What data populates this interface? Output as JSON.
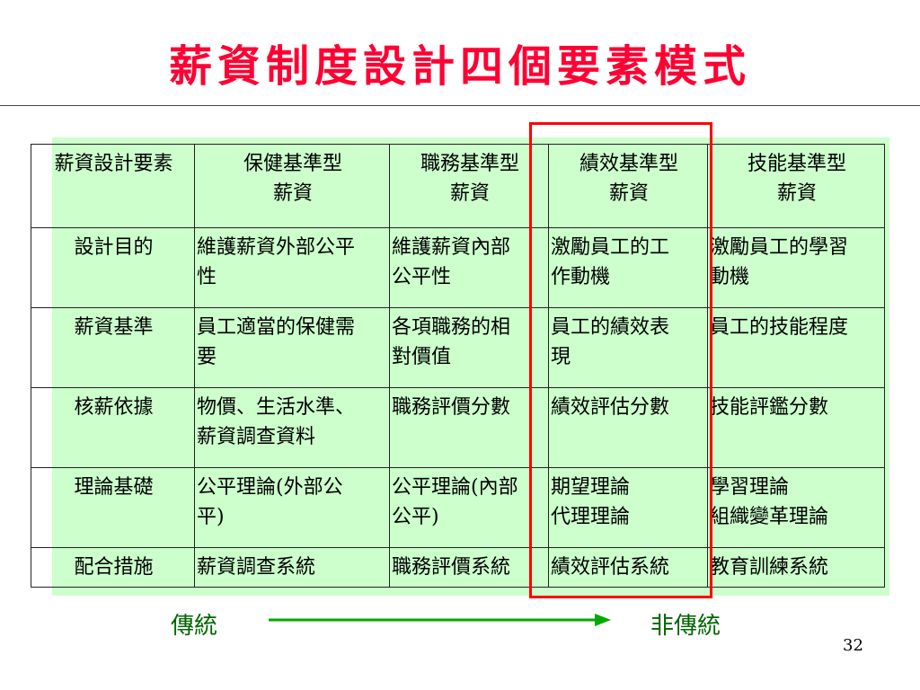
{
  "slide": {
    "title": "薪資制度設計四個要素模式",
    "page_number": "32"
  },
  "table": {
    "header": [
      {
        "lines": [
          "薪資設計要素"
        ]
      },
      {
        "lines": [
          "保健基準型",
          "薪資"
        ]
      },
      {
        "lines": [
          "職務基準型",
          "薪資"
        ]
      },
      {
        "lines": [
          "績效基準型",
          "薪資"
        ]
      },
      {
        "lines": [
          "技能基準型",
          "薪資"
        ]
      }
    ],
    "rows": [
      {
        "label": "設計目的",
        "cells": [
          [
            "維護薪資外部公平",
            "性"
          ],
          [
            "維護薪資內部",
            "公平性"
          ],
          [
            "激勵員工的工",
            "作動機"
          ],
          [
            "激勵員工的學習",
            "動機"
          ]
        ]
      },
      {
        "label": "薪資基準",
        "cells": [
          [
            "員工適當的保健需",
            "要"
          ],
          [
            "各項職務的相",
            "對價值"
          ],
          [
            "員工的績效表",
            "現"
          ],
          [
            "員工的技能程度"
          ]
        ]
      },
      {
        "label": "核薪依據",
        "cells": [
          [
            "物價、生活水準、",
            "薪資調查資料"
          ],
          [
            "職務評價分數"
          ],
          [
            "績效評估分數"
          ],
          [
            "技能評鑑分數"
          ]
        ]
      },
      {
        "label": "理論基礎",
        "cells": [
          [
            "公平理論(外部公",
            "平)"
          ],
          [
            "公平理論(內部",
            "公平)"
          ],
          [
            "期望理論",
            "代理理論"
          ],
          [
            "學習理論",
            "組織變革理論"
          ]
        ]
      },
      {
        "label": "配合措施",
        "cells": [
          [
            "薪資調查系統"
          ],
          [
            "職務評價系統"
          ],
          [
            "績效評估系統"
          ],
          [
            "教育訓練系統"
          ]
        ]
      }
    ]
  },
  "legend": {
    "left_label": "傳統",
    "right_label": "非傳統",
    "arrow_color": "#00aa00",
    "text_color": "#006600"
  },
  "colors": {
    "title": "#ff0033",
    "highlight_border": "#ff0000",
    "table_background": "#ccffcc"
  }
}
